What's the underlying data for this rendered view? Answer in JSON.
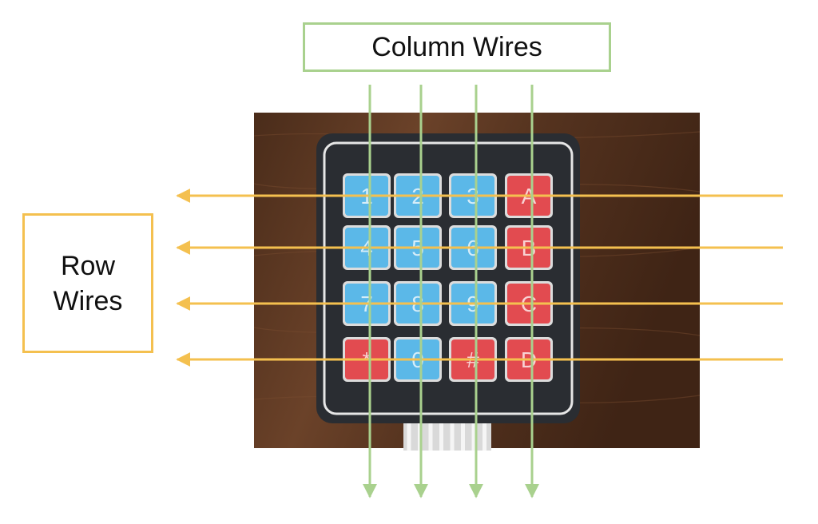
{
  "labels": {
    "column": "Column Wires",
    "row_line1": "Row",
    "row_line2": "Wires"
  },
  "keypad": {
    "keys": [
      [
        "1",
        "2",
        "3",
        "A"
      ],
      [
        "4",
        "5",
        "6",
        "B"
      ],
      [
        "7",
        "8",
        "9",
        "C"
      ],
      [
        "*",
        "0",
        "#",
        "D"
      ]
    ],
    "red_keys": [
      "A",
      "B",
      "C",
      "D",
      "*",
      "#"
    ]
  },
  "wires": {
    "column_count": 4,
    "row_count": 4,
    "row_direction": "left",
    "column_direction": "down"
  },
  "colors": {
    "column_wire": "#a9d18e",
    "row_wire": "#f4c04f",
    "key_blue": "#5bb8e8",
    "key_red": "#e24b50",
    "keypad_body": "#2a2d32",
    "wood": "#5a3824"
  }
}
